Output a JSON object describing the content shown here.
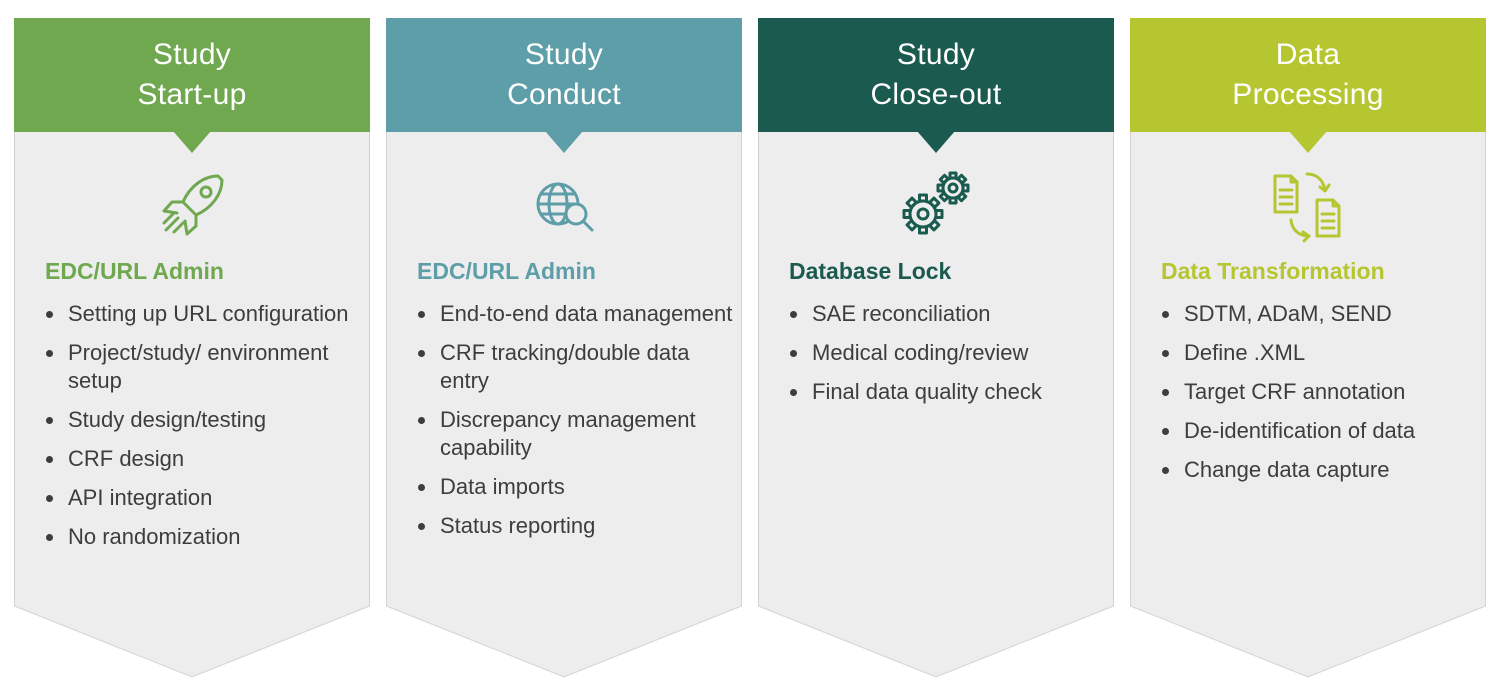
{
  "columns": [
    {
      "title_line1": "Study",
      "title_line2": "Start-up",
      "icon": "rocket-icon",
      "color": "#6fa84f",
      "section_title": "EDC/URL Admin",
      "items": [
        "Setting up URL configuration",
        "Project/study/ environment setup",
        "Study design/testing",
        "CRF design",
        "API integration",
        "No randomization"
      ]
    },
    {
      "title_line1": "Study",
      "title_line2": "Conduct",
      "icon": "globe-search-icon",
      "color": "#5e9ea9",
      "section_title": "EDC/URL Admin",
      "items": [
        "End-to-end data management",
        "CRF tracking/double data entry",
        "Discrepancy management capability",
        "Data imports",
        "Status reporting"
      ]
    },
    {
      "title_line1": "Study",
      "title_line2": "Close-out",
      "icon": "gears-icon",
      "color": "#1b5a4f",
      "section_title": "Database Lock",
      "items": [
        "SAE reconciliation",
        "Medical coding/review",
        "Final data quality check"
      ]
    },
    {
      "title_line1": "Data",
      "title_line2": "Processing",
      "icon": "document-exchange-icon",
      "color": "#b5c631",
      "section_title": "Data Transformation",
      "items": [
        "SDTM, ADaM, SEND",
        "Define .XML",
        "Target CRF annotation",
        "De-identification of data",
        "Change data capture"
      ]
    }
  ],
  "panel_color": "#ededee",
  "panel_border_color": "#d3d3d5"
}
